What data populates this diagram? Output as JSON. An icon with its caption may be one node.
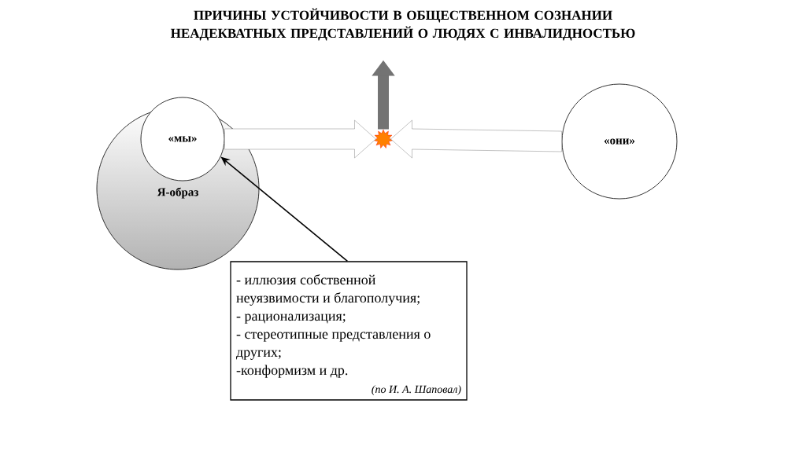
{
  "diagram": {
    "title": "ПРИЧИНЫ УСТОЙЧИВОСТИ В ОБЩЕСТВЕННОМ СОЗНАНИИ НЕАДЕКВАТНЫХ ПРЕДСТАВЛЕНИЙ О ЛЮДЯХ С ИНВАЛИДНОСТЬЮ",
    "nodes": [
      {
        "text": [
          "Я-образ"
        ]
      },
      {
        "text": [
          "«мы»"
        ],
        "in": 0
      },
      {
        "text": [
          "«они»"
        ]
      },
      {
        "text": [],
        "shape": "star"
      },
      {
        "text": [
          "- иллюзия собственной неуязвимости и благополучия;",
          "- рационализация;",
          "- стереотипные представления о других;",
          "-конформизм и др.",
          "(по И. А. Шаповал)"
        ]
      }
    ],
    "edges": [
      {
        "from": 1,
        "to": 3,
        "arrow": "to"
      },
      {
        "from": 2,
        "to": 3,
        "arrow": "to"
      },
      {
        "from": 4,
        "to": 1,
        "arrow": "to"
      },
      {
        "from": 3,
        "to": null,
        "arrow": "to",
        "style": "thick",
        "color": "#737373"
      }
    ]
  }
}
